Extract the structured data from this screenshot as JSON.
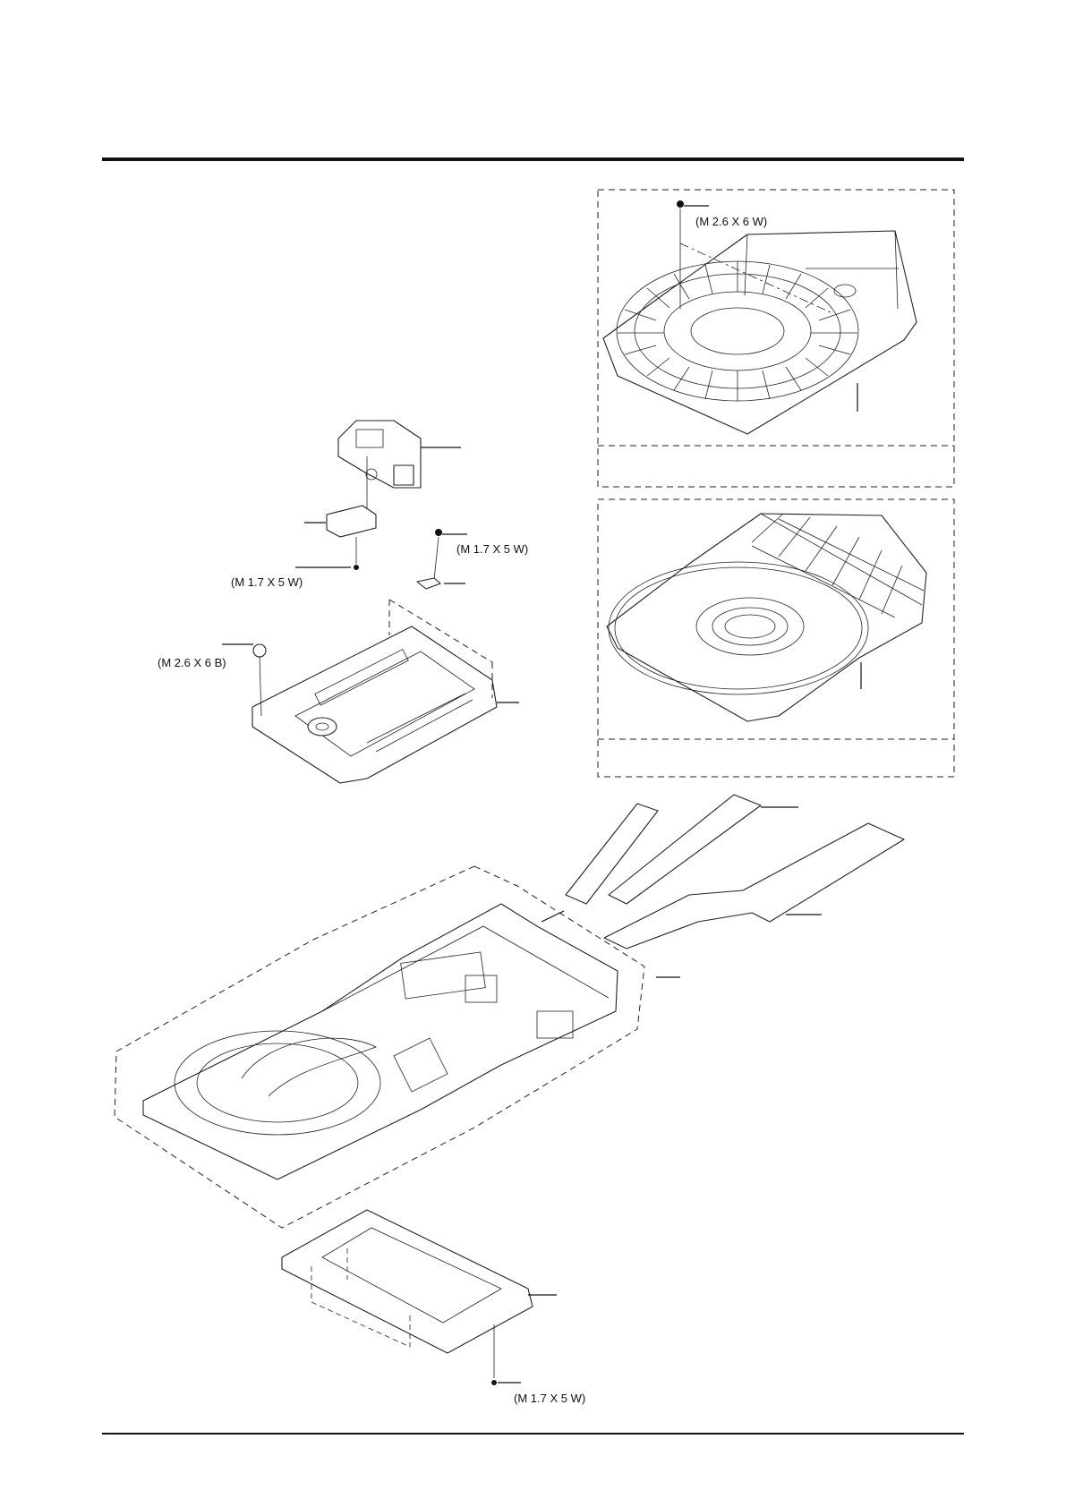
{
  "labels": {
    "screw_tray_top": "(M 2.6 X 6 W)",
    "screw_pickup_right": "(M 1.7 X 5 W)",
    "screw_pickup_left": "(M 1.7 X 5 W)",
    "screw_deck": "(M 2.6 X 6 B)",
    "screw_bottom": "(M 1.7 X 5 W)"
  }
}
